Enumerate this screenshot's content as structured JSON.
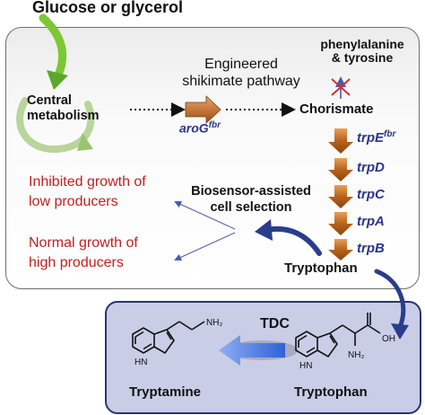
{
  "header": {
    "title": "Glucose or glycerol"
  },
  "central": {
    "line1": "Central",
    "line2": "metabolism"
  },
  "pathway": {
    "line1": "Engineered",
    "line2": "shikimate pathway",
    "gene": "aroG",
    "gene_sup": "fbr"
  },
  "chorismate": "Chorismate",
  "branch": {
    "line1": "phenylalanine",
    "line2": "& tyrosine"
  },
  "genes": [
    {
      "name": "trpE",
      "sup": "fbr"
    },
    {
      "name": "trpD",
      "sup": ""
    },
    {
      "name": "trpC",
      "sup": ""
    },
    {
      "name": "trpA",
      "sup": ""
    },
    {
      "name": "trpB",
      "sup": ""
    }
  ],
  "biosensor": {
    "line1": "Biosensor-assisted",
    "line2": "cell selection"
  },
  "outcomes": {
    "inhibited_line1": "Inhibited growth of",
    "inhibited_line2": "low producers",
    "normal_line1": "Normal growth of",
    "normal_line2": "high producers"
  },
  "product": "Tryptophan",
  "bottom": {
    "enzyme": "TDC",
    "left_label": "Tryptamine",
    "right_label": "Tryptophan",
    "nh2": "NH₂",
    "oh": "OH",
    "hn": "HN",
    "nh2_sub": "NH₂"
  },
  "colors": {
    "green_arrow": "#7cc832",
    "orange_arrow": "#b8621a",
    "navy_arrow": "#2a3d8c",
    "tdc_arrow": "#4f7fe0",
    "red_text": "#c22020",
    "gene_text": "#2b3589",
    "bottom_panel": "#c9cde6"
  }
}
